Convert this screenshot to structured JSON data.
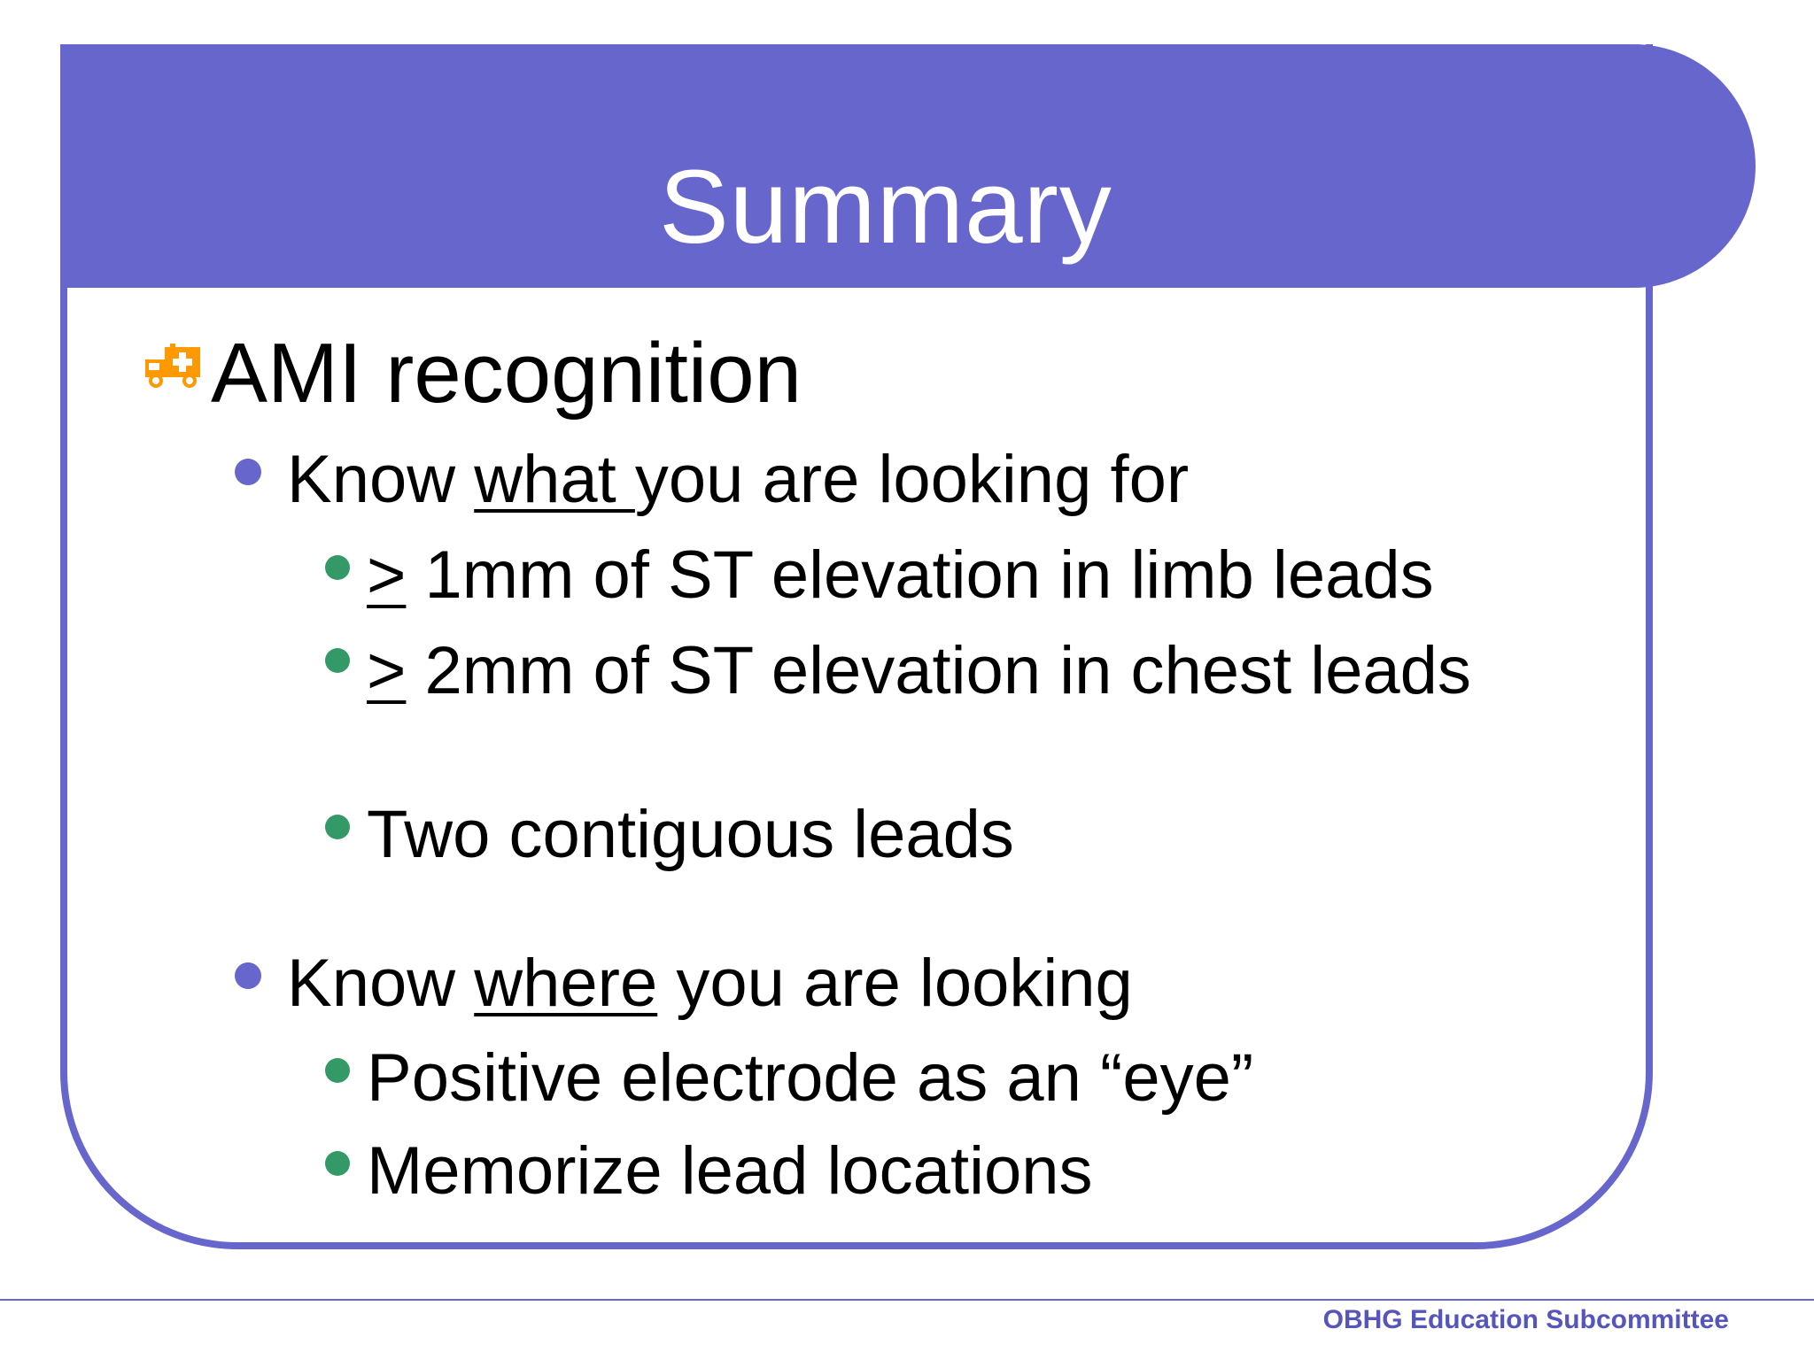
{
  "slide": {
    "title": "Summary",
    "footer": "OBHG Education Subcommittee"
  },
  "colors": {
    "accent": "#6666cc",
    "sub_bullet": "#339966",
    "icon": "#ff9900"
  },
  "bullets": {
    "main": {
      "icon": "ambulance-icon",
      "text": "AMI recognition"
    },
    "what": {
      "pre": "Know ",
      "emph": "what ",
      "post": "you are looking for"
    },
    "st_limb": {
      "sym": ">",
      "text": " 1mm of ST elevation in limb leads"
    },
    "st_chest": {
      "sym": ">",
      "text": " 2mm of ST elevation in chest leads"
    },
    "contiguous": {
      "text": "Two contiguous  leads"
    },
    "where": {
      "pre": "Know ",
      "emph": "where",
      "post": " you are looking"
    },
    "electrode": {
      "text": "Positive electrode as an “eye”"
    },
    "memorize": {
      "text": "Memorize lead locations"
    }
  }
}
